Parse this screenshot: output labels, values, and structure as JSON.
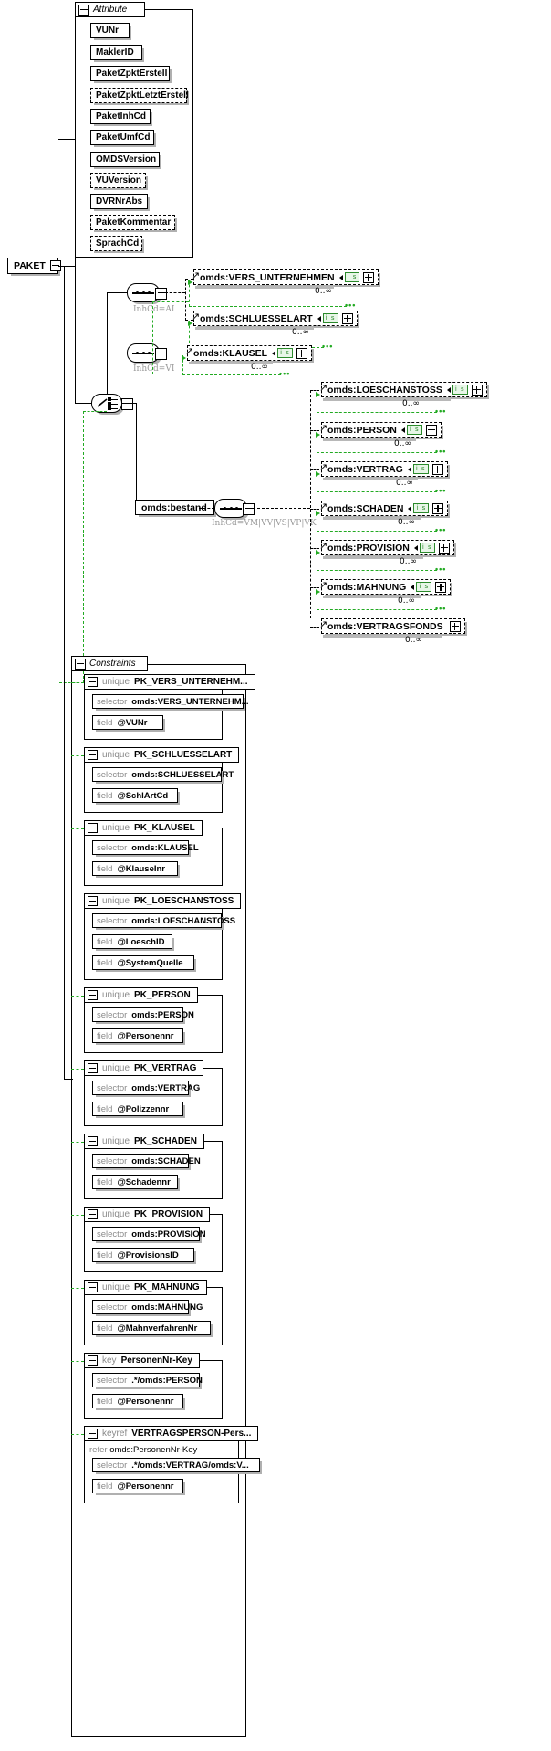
{
  "root": {
    "label": "PAKET"
  },
  "attribute_group": {
    "title": "Attribute",
    "items": [
      {
        "label": "VUNr",
        "optional": false
      },
      {
        "label": "MaklerID",
        "optional": false
      },
      {
        "label": "PaketZpktErstell",
        "optional": false
      },
      {
        "label": "PaketZpktLetztErstell",
        "optional": true
      },
      {
        "label": "PaketInhCd",
        "optional": false
      },
      {
        "label": "PaketUmfCd",
        "optional": false
      },
      {
        "label": "OMDSVersion",
        "optional": false
      },
      {
        "label": "VUVersion",
        "optional": true
      },
      {
        "label": "DVRNrAbs",
        "optional": false
      },
      {
        "label": "PaketKommentar",
        "optional": true
      },
      {
        "label": "SprachCd",
        "optional": true
      }
    ]
  },
  "compositors": {
    "seq_ai": {
      "type": "sequence",
      "annotation": "InhCd=AI"
    },
    "seq_vi": {
      "type": "sequence",
      "annotation": "InhCd=VI"
    },
    "choice": {
      "type": "choice"
    },
    "bestand": {
      "label": "omds:bestand",
      "annotation": "InhCd=VM|VV|VS|VP|VK"
    }
  },
  "elements": {
    "branch_ai": [
      {
        "label": "omds:VERS_UNTERNEHMEN",
        "badge": "i s",
        "occurs": "0..∞"
      },
      {
        "label": "omds:SCHLUESSELART",
        "badge": "i s",
        "occurs": "0..∞"
      }
    ],
    "branch_vi": [
      {
        "label": "omds:KLAUSEL",
        "badge": "i s",
        "occurs": "0..∞"
      }
    ],
    "branch_bestand": [
      {
        "label": "omds:LOESCHANSTOSS",
        "badge": "i s",
        "occurs": "0..∞"
      },
      {
        "label": "omds:PERSON",
        "badge": "i s",
        "occurs": "0..∞"
      },
      {
        "label": "omds:VERTRAG",
        "badge": "i s",
        "occurs": "0..∞"
      },
      {
        "label": "omds:SCHADEN",
        "badge": "i s",
        "occurs": "0..∞"
      },
      {
        "label": "omds:PROVISION",
        "badge": "i s",
        "occurs": "0..∞"
      },
      {
        "label": "omds:MAHNUNG",
        "badge": "i s",
        "occurs": "0..∞"
      },
      {
        "label": "omds:VERTRAGSFONDS",
        "badge": "",
        "occurs": "0..∞"
      }
    ]
  },
  "constraints": {
    "title": "Constraints",
    "items": [
      {
        "kind": "unique",
        "name": "PK_VERS_UNTERNEHM...",
        "rows": [
          {
            "kw": "selector",
            "vl": "omds:VERS_UNTERNEHM..."
          },
          {
            "kw": "field",
            "vl": "@VUNr"
          }
        ]
      },
      {
        "kind": "unique",
        "name": "PK_SCHLUESSELART",
        "rows": [
          {
            "kw": "selector",
            "vl": "omds:SCHLUESSELART"
          },
          {
            "kw": "field",
            "vl": "@SchlArtCd"
          }
        ]
      },
      {
        "kind": "unique",
        "name": "PK_KLAUSEL",
        "rows": [
          {
            "kw": "selector",
            "vl": "omds:KLAUSEL"
          },
          {
            "kw": "field",
            "vl": "@KlauseInr"
          }
        ]
      },
      {
        "kind": "unique",
        "name": "PK_LOESCHANSTOSS",
        "rows": [
          {
            "kw": "selector",
            "vl": "omds:LOESCHANSTOSS"
          },
          {
            "kw": "field",
            "vl": "@LoeschID"
          },
          {
            "kw": "field",
            "vl": "@SystemQuelle"
          }
        ]
      },
      {
        "kind": "unique",
        "name": "PK_PERSON",
        "rows": [
          {
            "kw": "selector",
            "vl": "omds:PERSON"
          },
          {
            "kw": "field",
            "vl": "@Personennr"
          }
        ]
      },
      {
        "kind": "unique",
        "name": "PK_VERTRAG",
        "rows": [
          {
            "kw": "selector",
            "vl": "omds:VERTRAG"
          },
          {
            "kw": "field",
            "vl": "@Polizzennr"
          }
        ]
      },
      {
        "kind": "unique",
        "name": "PK_SCHADEN",
        "rows": [
          {
            "kw": "selector",
            "vl": "omds:SCHADEN"
          },
          {
            "kw": "field",
            "vl": "@Schadennr"
          }
        ]
      },
      {
        "kind": "unique",
        "name": "PK_PROVISION",
        "rows": [
          {
            "kw": "selector",
            "vl": "omds:PROVISION"
          },
          {
            "kw": "field",
            "vl": "@ProvisionsID"
          }
        ]
      },
      {
        "kind": "unique",
        "name": "PK_MAHNUNG",
        "rows": [
          {
            "kw": "selector",
            "vl": "omds:MAHNUNG"
          },
          {
            "kw": "field",
            "vl": "@MahnverfahrenNr"
          }
        ]
      },
      {
        "kind": "key",
        "name": "PersonenNr-Key",
        "rows": [
          {
            "kw": "selector",
            "vl": ".*/omds:PERSON"
          },
          {
            "kw": "field",
            "vl": "@Personennr"
          }
        ]
      },
      {
        "kind": "keyref",
        "name": "VERTRAGSPERSON-Pers...",
        "refer": {
          "kw": "refer",
          "vl": "omds:PersonenNr-Key"
        },
        "rows": [
          {
            "kw": "selector",
            "vl": ".*/omds:VERTRAG/omds:V..."
          },
          {
            "kw": "field",
            "vl": "@Personennr"
          }
        ]
      }
    ]
  }
}
